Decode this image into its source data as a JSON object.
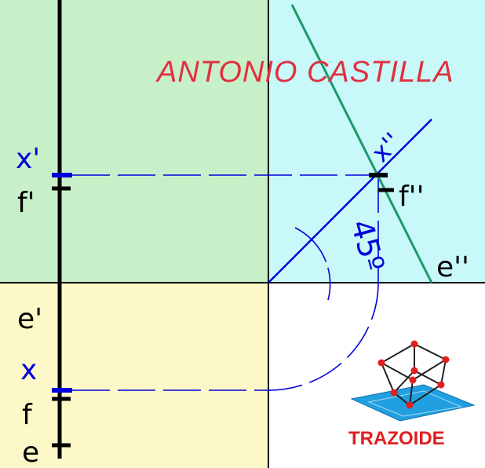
{
  "colors": {
    "green_region": "#c8f0c8",
    "cyan_region": "#c8f8f8",
    "yellow_region": "#fcf8c8",
    "white_region": "#ffffff",
    "axis": "#000000",
    "construction": "#0000dc",
    "green_line": "#1a9a6a",
    "watermark": "#e03040",
    "logo_text": "#e02020",
    "logo_red": "#e02020",
    "logo_blue": "#20a0e0"
  },
  "labels": {
    "x_prime": "x'",
    "f_prime": "f'",
    "e_prime": "e'",
    "x": "x",
    "f": "f",
    "e": "e",
    "x_double_prime": "x''",
    "f_double_prime": "f''",
    "e_double_prime": "e''",
    "angle": "45º"
  },
  "watermark": {
    "text": "ANTONIO CASTILLA"
  },
  "logo": {
    "text": "TRAZOIDE",
    "icon": "cube-diagram-icon"
  }
}
